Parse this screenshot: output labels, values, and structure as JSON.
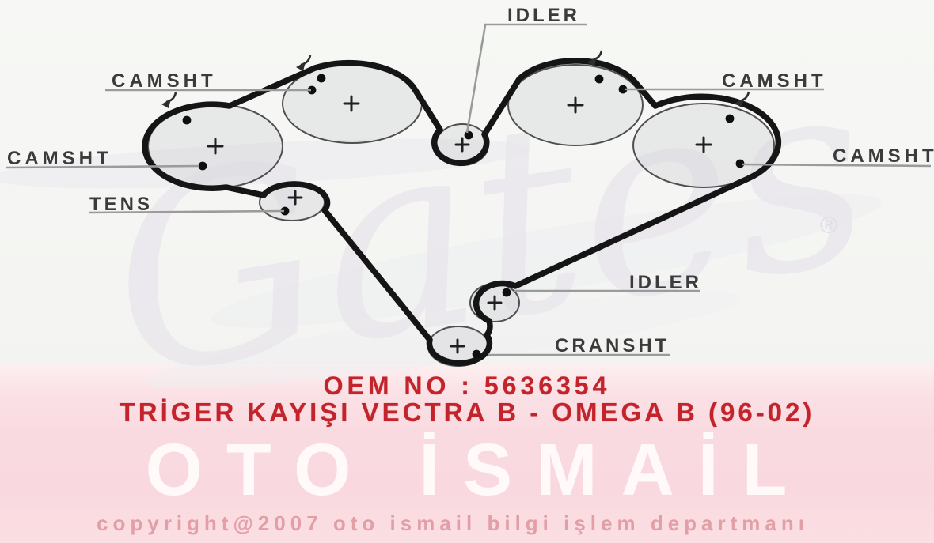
{
  "product": {
    "oem_line": "OEM NO : 5636354",
    "title_line": "TRİGER KAYIŞI VECTRA B - OMEGA B (96-02)"
  },
  "diagram": {
    "labels": {
      "camsht_top_left": "CAMSHT",
      "camsht_left": "CAMSHT",
      "tens": "TENS",
      "idler_top": "IDLER",
      "camsht_top_right": "CAMSHT",
      "camsht_far_right": "CAMSHT",
      "idler_lower": "IDLER",
      "cransht": "CRANSHT"
    }
  },
  "watermarks": {
    "brand_script": "Gates",
    "registered_symbol": "®",
    "store_name": "OTO İSMAİL",
    "copyright_line": "copyright@2007 oto ismail bilgi işlem departmanı"
  },
  "colors": {
    "accent_red": "#c3242c",
    "band_pink": "#f9dae0",
    "belt_black": "#151515",
    "label_gray": "#3b3b3b",
    "leader_gray": "#9b9b9b",
    "watermark_white": "#fffcfc"
  }
}
